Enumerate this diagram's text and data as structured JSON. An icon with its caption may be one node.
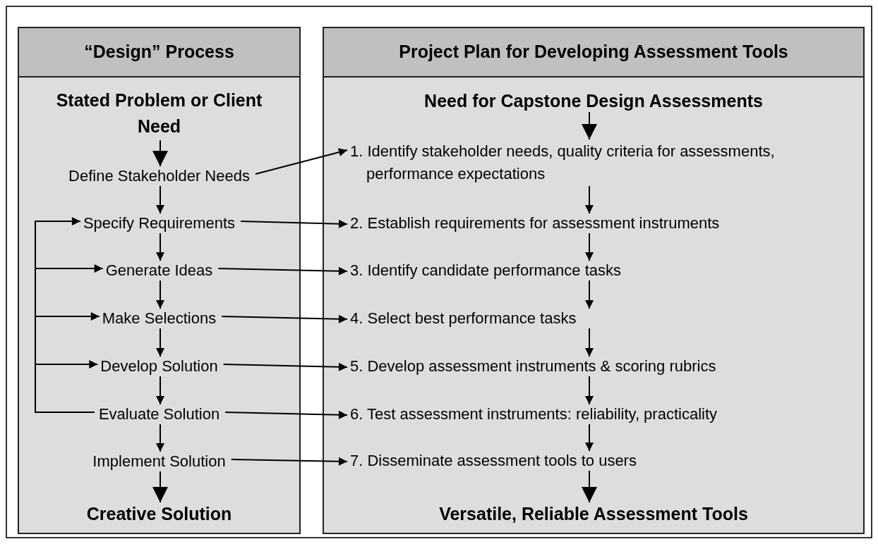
{
  "diagram": {
    "nodes": [
      {
        "text": [
          "“Design” Process"
        ]
      },
      {
        "text": [
          "Stated Problem or Client Need"
        ],
        "in": 0
      },
      {
        "text": [
          "Define Stakeholder Needs"
        ],
        "in": 0
      },
      {
        "text": [
          "Specify Requirements"
        ],
        "in": 0
      },
      {
        "text": [
          "Generate Ideas"
        ],
        "in": 0
      },
      {
        "text": [
          "Make Selections"
        ],
        "in": 0
      },
      {
        "text": [
          "Develop Solution"
        ],
        "in": 0
      },
      {
        "text": [
          "Evaluate Solution"
        ],
        "in": 0
      },
      {
        "text": [
          "Implement Solution"
        ],
        "in": 0
      },
      {
        "text": [
          "Creative Solution"
        ],
        "in": 0
      },
      {
        "text": [
          "Project Plan for Developing Assessment Tools"
        ]
      },
      {
        "text": [
          "Need for Capstone Design Assessments"
        ],
        "in": 10
      },
      {
        "text": [
          "1. Identify stakeholder needs, quality criteria for assessments, performance expectations"
        ],
        "in": 10
      },
      {
        "text": [
          "2. Establish requirements for assessment instruments"
        ],
        "in": 10
      },
      {
        "text": [
          "3. Identify candidate performance tasks"
        ],
        "in": 10
      },
      {
        "text": [
          "4. Select best performance tasks"
        ],
        "in": 10
      },
      {
        "text": [
          "5. Develop assessment instruments & scoring rubrics"
        ],
        "in": 10
      },
      {
        "text": [
          "6. Test assessment instruments: reliability, practicality"
        ],
        "in": 10
      },
      {
        "text": [
          "7. Disseminate assessment tools to users"
        ],
        "in": 10
      },
      {
        "text": [
          "Versatile, Reliable Assessment Tools"
        ],
        "in": 10
      }
    ],
    "edges": [
      {
        "from": 1,
        "to": 2,
        "arrow": "to"
      },
      {
        "from": 2,
        "to": 3,
        "arrow": "to"
      },
      {
        "from": 3,
        "to": 4,
        "arrow": "to"
      },
      {
        "from": 4,
        "to": 5,
        "arrow": "to"
      },
      {
        "from": 5,
        "to": 6,
        "arrow": "to"
      },
      {
        "from": 6,
        "to": 7,
        "arrow": "to"
      },
      {
        "from": 7,
        "to": 8,
        "arrow": "to"
      },
      {
        "from": 8,
        "to": 9,
        "arrow": "to"
      },
      {
        "from": 11,
        "to": 12,
        "arrow": "to"
      },
      {
        "from": 12,
        "to": 13,
        "arrow": "to"
      },
      {
        "from": 13,
        "to": 14,
        "arrow": "to"
      },
      {
        "from": 14,
        "to": 15,
        "arrow": "to"
      },
      {
        "from": 15,
        "to": 16,
        "arrow": "to"
      },
      {
        "from": 16,
        "to": 17,
        "arrow": "to"
      },
      {
        "from": 17,
        "to": 18,
        "arrow": "to"
      },
      {
        "from": 18,
        "to": 19,
        "arrow": "to"
      },
      {
        "from": 2,
        "to": 12,
        "arrow": "to"
      },
      {
        "from": 3,
        "to": 13,
        "arrow": "to"
      },
      {
        "from": 4,
        "to": 14,
        "arrow": "to"
      },
      {
        "from": 5,
        "to": 15,
        "arrow": "to"
      },
      {
        "from": 6,
        "to": 16,
        "arrow": "to"
      },
      {
        "from": 7,
        "to": 17,
        "arrow": "to"
      },
      {
        "from": 8,
        "to": 18,
        "arrow": "to"
      },
      {
        "from": 7,
        "to": 3,
        "arrow": "to"
      },
      {
        "from": 7,
        "to": 4,
        "arrow": "to"
      },
      {
        "from": 7,
        "to": 5,
        "arrow": "to"
      },
      {
        "from": 7,
        "to": 6,
        "arrow": "to"
      }
    ]
  }
}
